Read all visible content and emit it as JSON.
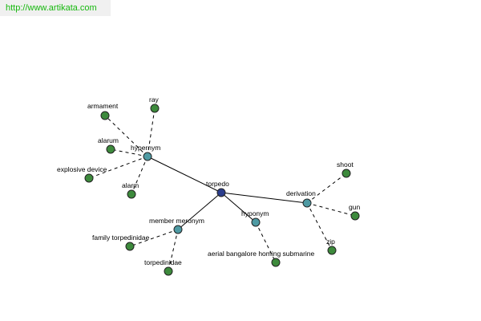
{
  "header": {
    "url": "http://www.artikata.com"
  },
  "colors": {
    "center": "#2b3d8c",
    "relation": "#4e9aa3",
    "leaf": "#3d8a3c",
    "url": "#16b80e"
  },
  "graph": {
    "center": {
      "label": "torpedo"
    },
    "relations": {
      "hypernym": {
        "label": "hypernym"
      },
      "member_meronym": {
        "label": "member meronym"
      },
      "hyponym": {
        "label": "hyponym"
      },
      "derivation": {
        "label": "derivation"
      }
    },
    "leaves": {
      "armament": "armament",
      "ray": "ray",
      "alarum": "alarum",
      "explosive_device": "explosive device",
      "alarm": "alarm",
      "family_torpedinidae": "family torpedinidae",
      "torpedinidae": "torpedinidae",
      "aerial_bangalore": "aerial bangalore homing submarine",
      "shoot": "shoot",
      "gun": "gun",
      "zip": "zip"
    }
  }
}
